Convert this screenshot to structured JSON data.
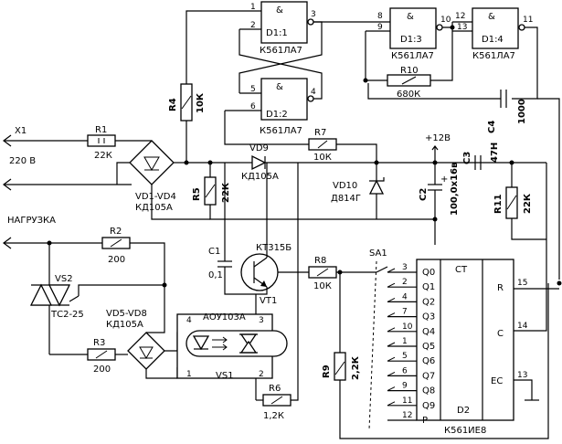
{
  "connectors": {
    "x1": "X1",
    "mains": "220 В",
    "load": "НАГРУЗКА",
    "supply": "+12В"
  },
  "gates": {
    "d1_1": {
      "name": "D1:1",
      "type": "К561ЛА7",
      "amp": "&",
      "in_a": "1",
      "in_b": "2",
      "out": "3"
    },
    "d1_2": {
      "name": "D1:2",
      "type": "К561ЛА7",
      "amp": "&",
      "in_a": "5",
      "in_b": "6",
      "out": "4"
    },
    "d1_3": {
      "name": "D1:3",
      "type": "К561ЛА7",
      "amp": "&",
      "in_a": "8",
      "in_b": "9",
      "out": "10"
    },
    "d1_4": {
      "name": "D1:4",
      "type": "К561ЛА7",
      "amp": "&",
      "in_a": "12",
      "in_b": "13",
      "out": "11"
    }
  },
  "resistors": {
    "r1": {
      "name": "R1",
      "value": "22К"
    },
    "r2": {
      "name": "R2",
      "value": "200"
    },
    "r3": {
      "name": "R3",
      "value": "200"
    },
    "r4": {
      "name": "R4",
      "value": "10К"
    },
    "r5": {
      "name": "R5",
      "value": "22К"
    },
    "r6": {
      "name": "R6",
      "value": "1,2К"
    },
    "r7": {
      "name": "R7",
      "value": "10К"
    },
    "r8": {
      "name": "R8",
      "value": "10К"
    },
    "r9": {
      "name": "R9",
      "value": "2,2К"
    },
    "r10": {
      "name": "R10",
      "value": "680К"
    },
    "r11": {
      "name": "R11",
      "value": "22К"
    }
  },
  "capacitors": {
    "c1": {
      "name": "C1",
      "value": "0,1"
    },
    "c2": {
      "name": "C2",
      "value": "100,0х16в",
      "polarity": "+"
    },
    "c3": {
      "name": "C3",
      "value": "47Н"
    },
    "c4": {
      "name": "C4",
      "value": "1000"
    }
  },
  "semis": {
    "vd1_4": {
      "name": "VD1-VD4",
      "type": "КД105А"
    },
    "vd5_8": {
      "name": "VD5-VD8",
      "type": "КД105А"
    },
    "vd9": {
      "name": "VD9",
      "type": "КД105А"
    },
    "vd10": {
      "name": "VD10",
      "type": "Д814Г"
    },
    "vt1": {
      "name": "VT1",
      "type": "КТ315Б"
    },
    "vs1": {
      "name": "VS1",
      "type": "АОУ103А",
      "pins": [
        "4",
        "3",
        "1",
        "2"
      ]
    },
    "vs2": {
      "name": "VS2",
      "type": "ТС2-25"
    }
  },
  "counter": {
    "chip": "D2",
    "type": "К561ИЕ8",
    "ct": "CT",
    "switch": "SA1",
    "outputs": [
      {
        "pin": "3",
        "label": "Q0"
      },
      {
        "pin": "2",
        "label": "Q1"
      },
      {
        "pin": "4",
        "label": "Q2"
      },
      {
        "pin": "7",
        "label": "Q3"
      },
      {
        "pin": "10",
        "label": "Q4"
      },
      {
        "pin": "1",
        "label": "Q5"
      },
      {
        "pin": "5",
        "label": "Q6"
      },
      {
        "pin": "6",
        "label": "Q7"
      },
      {
        "pin": "9",
        "label": "Q8"
      },
      {
        "pin": "11",
        "label": "Q9"
      },
      {
        "pin": "12",
        "label": "P"
      }
    ],
    "inputs": [
      {
        "pin": "15",
        "label": "R"
      },
      {
        "pin": "14",
        "label": "C"
      },
      {
        "pin": "13",
        "label": "EC"
      }
    ]
  }
}
